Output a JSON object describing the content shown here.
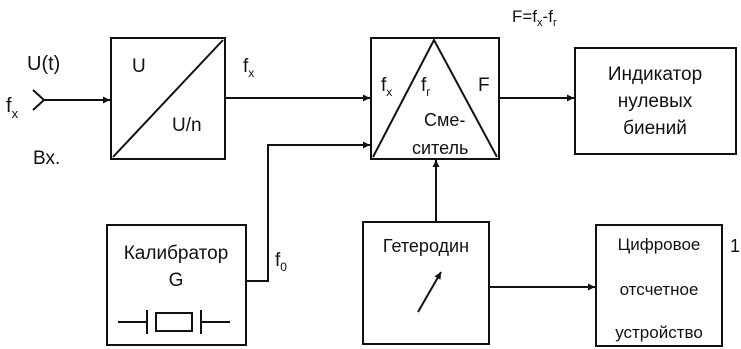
{
  "input": {
    "signal_label": "U(t)",
    "freq_main": "f",
    "freq_sub": "x",
    "input_label": "Вх."
  },
  "divider": {
    "top_label": "U",
    "bottom_label": "U/n",
    "out_main": "f",
    "out_sub": "x"
  },
  "mixer": {
    "formula_prefix": "F=f",
    "formula_sub1": "x",
    "formula_mid": "-f",
    "formula_sub2": "г",
    "in_x_main": "f",
    "in_x_sub": "x",
    "in_r_main": "f",
    "in_r_sub": "г",
    "out_label": "F",
    "name_line1": "Сме-",
    "name_line2": "ситель"
  },
  "indicator": {
    "line1": "Индикатор",
    "line2": "нулевых",
    "line3": "биений"
  },
  "calibrator": {
    "line1": "Калибратор",
    "line2": "G",
    "out_main": "f",
    "out_sub": "0"
  },
  "oscillator": {
    "label": "Гетеродин"
  },
  "counter": {
    "line1": "Цифровое",
    "line2": "отсчетное",
    "line3": "устройство",
    "edge_mark": "1"
  }
}
